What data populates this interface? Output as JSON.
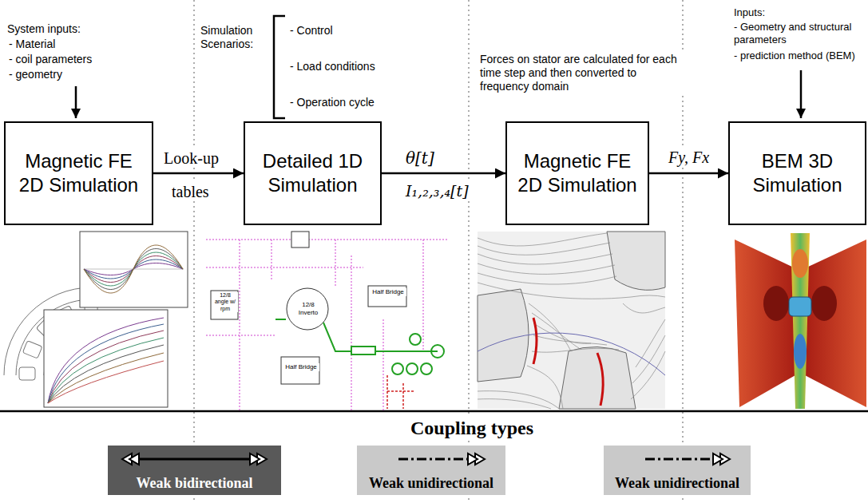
{
  "diagram": {
    "nodes": [
      {
        "text": [
          "Magnetic FE 2D Simulation"
        ]
      },
      {
        "text": [
          "Detailed 1D Simulation"
        ]
      },
      {
        "text": [
          "Magnetic FE 2D Simulation"
        ]
      },
      {
        "text": [
          "BEM 3D Simulation"
        ]
      },
      {
        "text": [
          "Weak bidirectional"
        ]
      },
      {
        "text": [
          "Weak unidirectional"
        ]
      },
      {
        "text": [
          "Weak unidirectional"
        ]
      }
    ],
    "edges": [
      {
        "from": 0,
        "to": 1,
        "arrow": "to"
      },
      {
        "from": 1,
        "to": 2,
        "arrow": "to"
      },
      {
        "from": 2,
        "to": 3,
        "label": "Fy, Fx",
        "arrow": "to"
      }
    ],
    "labels": [
      "System inputs:",
      "- Material",
      "- coil parameters",
      "- geometry",
      "Look-up",
      "tables",
      "Simulation Scenarios:",
      "- Control",
      "- Load conditions",
      "- Operation cycle",
      "θ[t]",
      "I₁,₂,₃,₄[t]",
      "Forces on stator are calculated for each time step and then converted to frequency domain",
      "Inputs:",
      "- Geometry and structural parameters",
      "- prediction method (BEM)",
      "Coupling types",
      "12/8 angle w/ rpm",
      "12/8 Inverto",
      "Half Bridge",
      "Half Bridge"
    ]
  }
}
